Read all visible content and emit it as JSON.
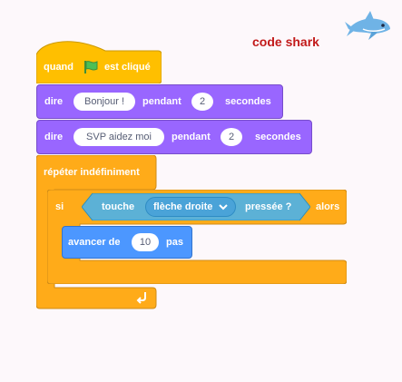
{
  "header": {
    "title": "code shark",
    "mascot_icon": "shark-icon"
  },
  "colors": {
    "events": "#ffbf00",
    "looks": "#9966ff",
    "control": "#ffab19",
    "sensing": "#5cb1d6",
    "motion": "#4c97ff",
    "flag": "#4cbf56",
    "title": "#c21a1a"
  },
  "script": {
    "hat": {
      "label_before": "quand",
      "flag_icon": "green-flag-icon",
      "label_after": "est cliqué"
    },
    "say1": {
      "label": "dire",
      "message": "Bonjour !",
      "mid": "pendant",
      "seconds": "2",
      "unit": "secondes"
    },
    "say2": {
      "label": "dire",
      "message": "SVP aidez moi",
      "mid": "pendant",
      "seconds": "2",
      "unit": "secondes"
    },
    "forever": {
      "label": "répéter indéfiniment",
      "loop_icon": "loop-arrow-icon"
    },
    "if": {
      "label": "si",
      "condition": {
        "label_before": "touche",
        "key": "flèche droite",
        "dropdown_icon": "caret-down-icon",
        "label_after": "pressée ?"
      },
      "then": "alors"
    },
    "move": {
      "label": "avancer de",
      "steps": "10",
      "unit": "pas"
    }
  }
}
